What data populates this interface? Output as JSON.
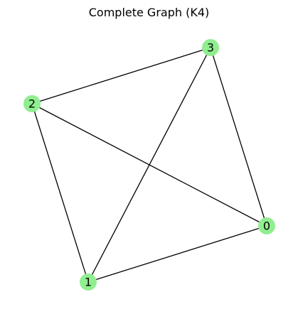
{
  "title": "Complete Graph (K4)",
  "graph": {
    "node_color": "#90ee90",
    "edge_color": "#000000",
    "nodes": [
      {
        "id": "0",
        "label": "0"
      },
      {
        "id": "1",
        "label": "1"
      },
      {
        "id": "2",
        "label": "2"
      },
      {
        "id": "3",
        "label": "3"
      }
    ],
    "edges": [
      [
        "0",
        "1"
      ],
      [
        "0",
        "2"
      ],
      [
        "0",
        "3"
      ],
      [
        "1",
        "2"
      ],
      [
        "1",
        "3"
      ],
      [
        "2",
        "3"
      ]
    ]
  }
}
